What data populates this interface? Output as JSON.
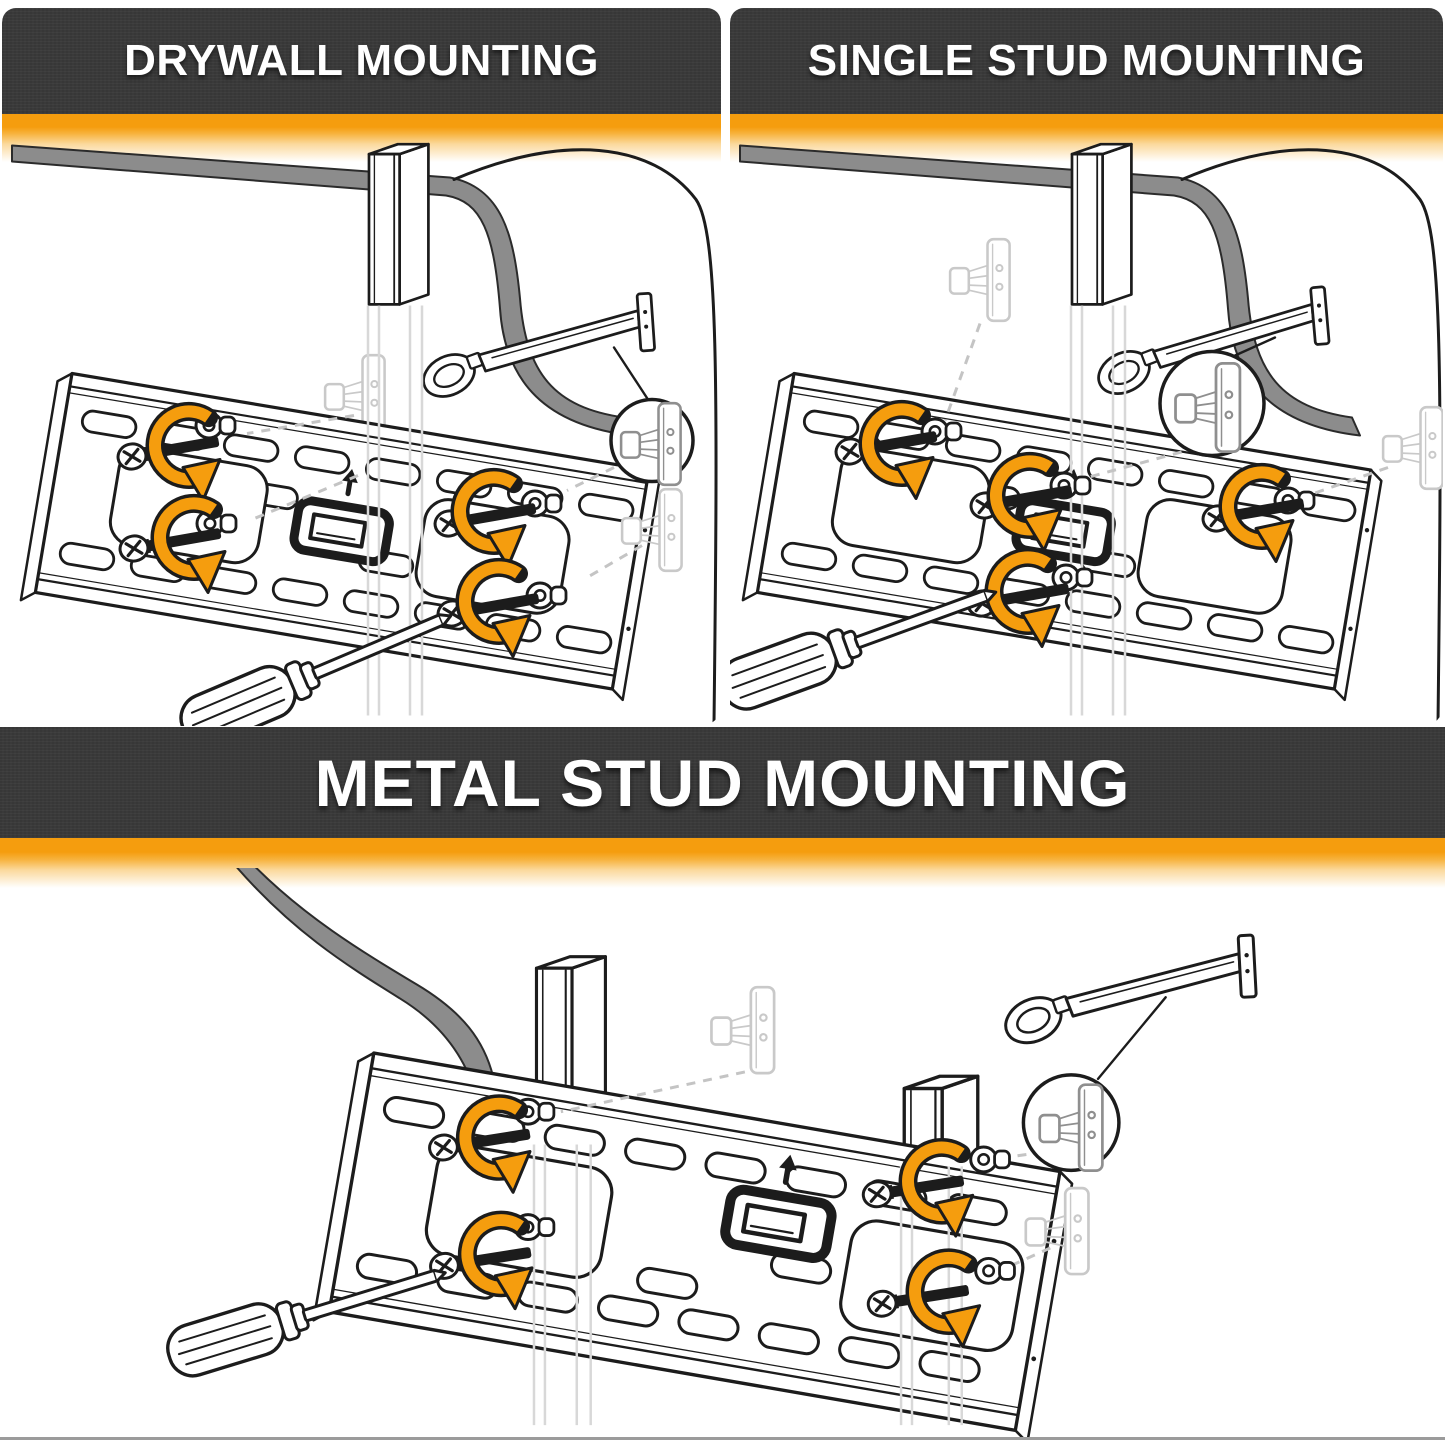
{
  "panels": [
    {
      "id": "drywall",
      "title": "DRYWALL MOUNTING"
    },
    {
      "id": "single-stud",
      "title": "SINGLE STUD MOUNTING"
    },
    {
      "id": "metal-stud",
      "title": "METAL STUD MOUNTING"
    }
  ],
  "colors": {
    "header_bg": "#3a3a3a",
    "header_text": "#ffffff",
    "accent_orange": "#f59d0e",
    "line_ink": "#1c1c1c",
    "ghost_gray": "#c9c9c9",
    "wall_gray": "#8c8c8c",
    "rule_gray": "#9b9b9b"
  },
  "icons": {
    "screw-icon": "phillips pan-head screw",
    "rotation-arrow-icon": "orange clockwise tightening arrow",
    "washer-icon": "washer with standoff",
    "toggle-anchor-icon": "snap-toggle drywall anchor",
    "snap-toggle-tool-icon": "toggle anchor strap tool",
    "screwdriver-icon": "phillips screwdriver",
    "stud-icon": "metal stud C-channel",
    "magnifier-circle": "zoom detail circle",
    "up-arrow-icon": "orientation up arrow",
    "wall-plate": "TV wall mount plate with slots",
    "wall-cutaway": "torn drywall cutaway edge"
  }
}
